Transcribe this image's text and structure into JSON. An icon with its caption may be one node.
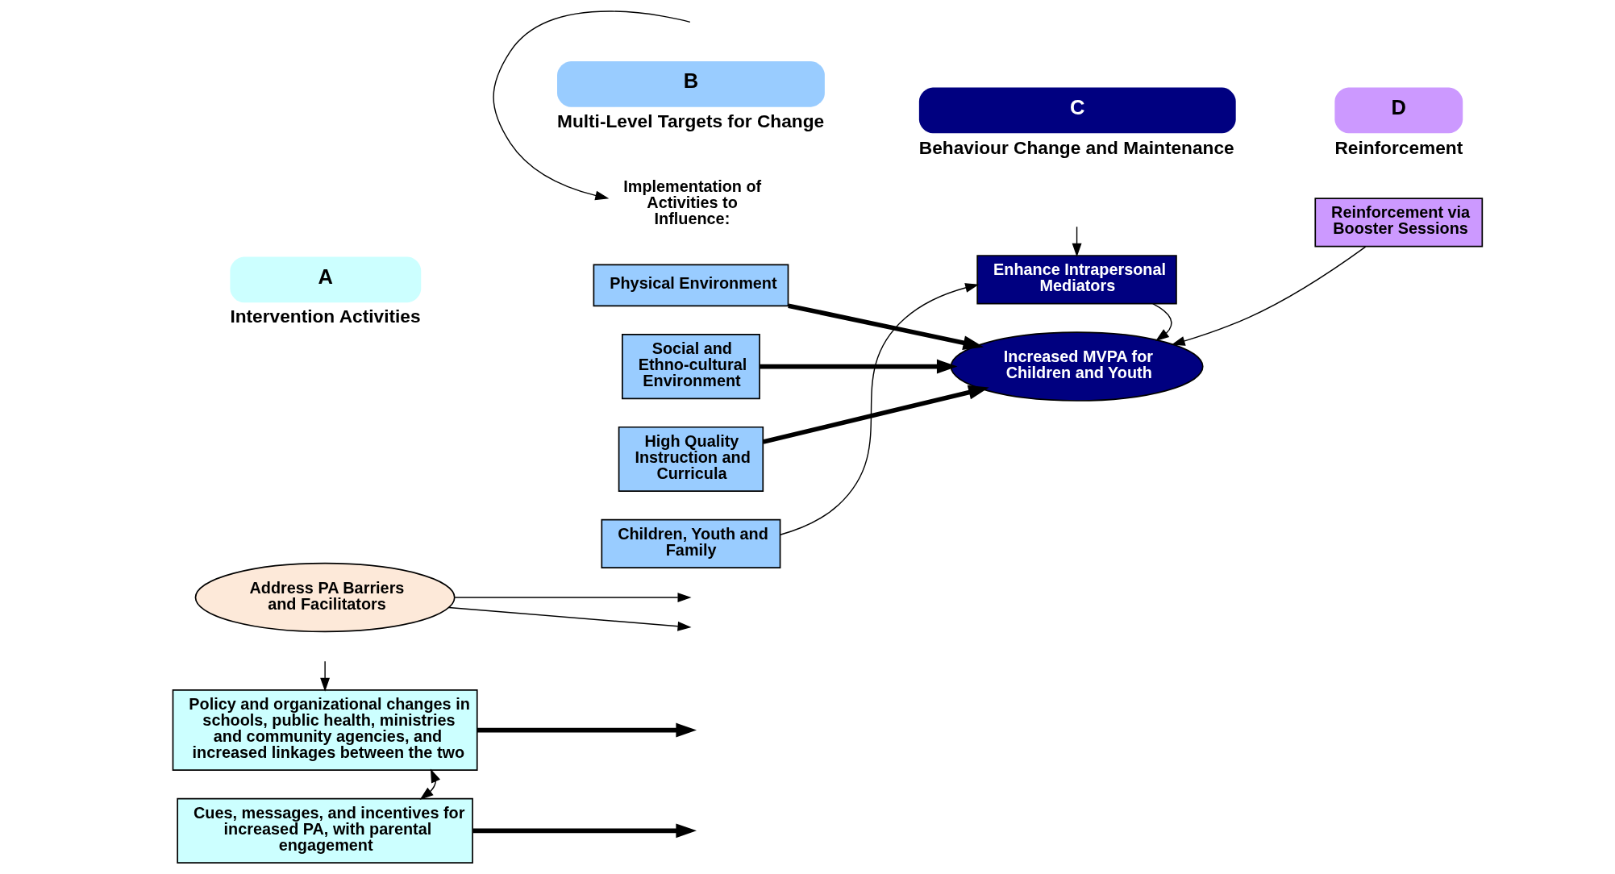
{
  "diagram": {
    "nodes": [
      {
        "text": [
          "A",
          "Intervention Activities"
        ]
      },
      {
        "text": [
          "B",
          "Multi-Level Targets for Change"
        ]
      },
      {
        "text": [
          "C",
          "Behaviour Change and Maintenance"
        ]
      },
      {
        "text": [
          "D",
          "Reinforcement"
        ]
      },
      {
        "text": [
          "Address PA Barriers and Facilitators"
        ]
      },
      {
        "text": [
          "Implementation of Activities to Influence:"
        ]
      },
      {
        "text": [
          "Physical Environment"
        ]
      },
      {
        "text": [
          "Social and Ethno-cultural Environment"
        ]
      },
      {
        "text": [
          "High Quality Instruction and Curricula"
        ]
      },
      {
        "text": [
          "Children, Youth and Family"
        ]
      },
      {
        "text": [
          "Policy and organizational changes in schools, public health, ministries and community agencies, and increased linkages between the two"
        ]
      },
      {
        "text": [
          "Cues, messages, and incentives for increased PA, with parental engagement"
        ]
      },
      {
        "text": [
          "Increased MVPA for Children and Youth"
        ]
      },
      {
        "text": [
          "Reinforcement via Booster Sessions"
        ]
      },
      {
        "text": [
          "Enhance Intrapersonal Mediators"
        ]
      }
    ],
    "edges": [
      {
        "from": 10,
        "to": null,
        "arrow": "to",
        "style": "thick"
      },
      {
        "from": null,
        "to": 10,
        "arrow": "to"
      },
      {
        "from": null,
        "to": 5,
        "arrow": "to"
      },
      {
        "from": 4,
        "to": null,
        "arrow": "to"
      },
      {
        "from": 4,
        "to": null,
        "arrow": "to"
      },
      {
        "from": 10,
        "to": 11,
        "arrow": "both"
      },
      {
        "from": 11,
        "to": null,
        "arrow": "to",
        "style": "thick"
      },
      {
        "from": 6,
        "to": 12,
        "arrow": "to",
        "style": "thick"
      },
      {
        "from": 7,
        "to": 12,
        "arrow": "to",
        "style": "thick"
      },
      {
        "from": 8,
        "to": 12,
        "arrow": "to",
        "style": "thick"
      },
      {
        "from": 9,
        "to": 14,
        "arrow": "to"
      },
      {
        "from": 14,
        "to": 12,
        "arrow": "to"
      },
      {
        "from": 13,
        "to": 12,
        "arrow": "to"
      },
      {
        "from": null,
        "to": 14,
        "arrow": "to"
      }
    ]
  }
}
